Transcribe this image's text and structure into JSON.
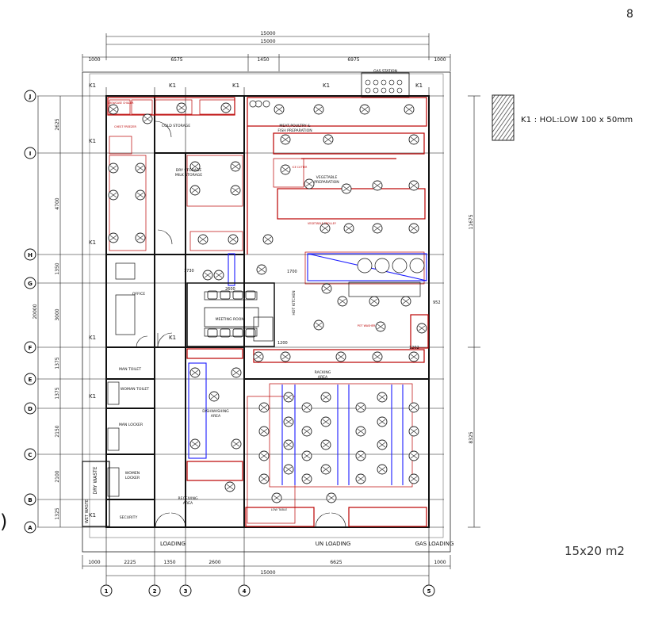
{
  "page_number": "8",
  "legend": {
    "text": "K1 : HOL:LOW 100 x 50mm"
  },
  "area_note": "15x20  m2",
  "stray_glyph": ")",
  "dimensions": {
    "top_total_1": "15000",
    "top_total_2": "15000",
    "top_segments": [
      "1000",
      "6575",
      "1450",
      "6975",
      "1000"
    ],
    "bottom_segments": [
      "1000",
      "2225",
      "1350",
      "2600",
      "6625",
      "1000"
    ],
    "bottom_total": "15000",
    "left_segments": [
      "2625",
      "4700",
      "1350",
      "3000",
      "1375",
      "1375",
      "2150",
      "2100",
      "1325"
    ],
    "left_total": "20000",
    "right_segments": [
      "11675",
      "8325"
    ],
    "inner": [
      "1700",
      "2600",
      "1200",
      "1730",
      "1202",
      "952"
    ]
  },
  "grid_rows": [
    "J",
    "I",
    "H",
    "G",
    "F",
    "E",
    "D",
    "C",
    "B",
    "A"
  ],
  "grid_cols": [
    "1",
    "2",
    "3",
    "4",
    "5"
  ],
  "wall_tag": "K1",
  "rooms": {
    "gas_station": "GAS STATION",
    "cold_storage": "COLD STORAGE",
    "dry_storage": [
      "DRY STORAGE",
      "MILK STORAGE"
    ],
    "meat_prep": [
      "MEAT,POULTRY &",
      "FISH PREPARATION"
    ],
    "veg_prep": [
      "VEGETABLE",
      "PREPARATION"
    ],
    "veg_trolley": "VEGETABLE TROLLEY",
    "office": "OFFICE",
    "meeting_room": "MEETING ROOM",
    "hot_kitchen": "HOT KITCHEN",
    "racking": [
      "RACKING",
      "AREA"
    ],
    "man_toilet": "MAN TOILET",
    "woman_toilet": "WOMAN TOILET",
    "man_locker": "MAN LOCKER",
    "women_locker": [
      "WOMEN",
      "LOCKER"
    ],
    "dry_waste": "DRY WASTE",
    "wet_waste": "WET WASTE",
    "security": "SECURITY",
    "receiving": [
      "RECEIVING",
      "AREA"
    ],
    "low_table": "LOW TABLE",
    "dishwashing": [
      "DISHWASHING",
      "AREA"
    ],
    "loading_left": "LOADING",
    "unloading": "UN LOADING",
    "gas_loading": "GAS LOADING",
    "chest_freezer": "CHEST FREEZER",
    "showcase_chiller": "SHOWCASE CHILLER",
    "ice_cutter": "ICE CUTTER",
    "pot_washer": "POT WASHER"
  }
}
